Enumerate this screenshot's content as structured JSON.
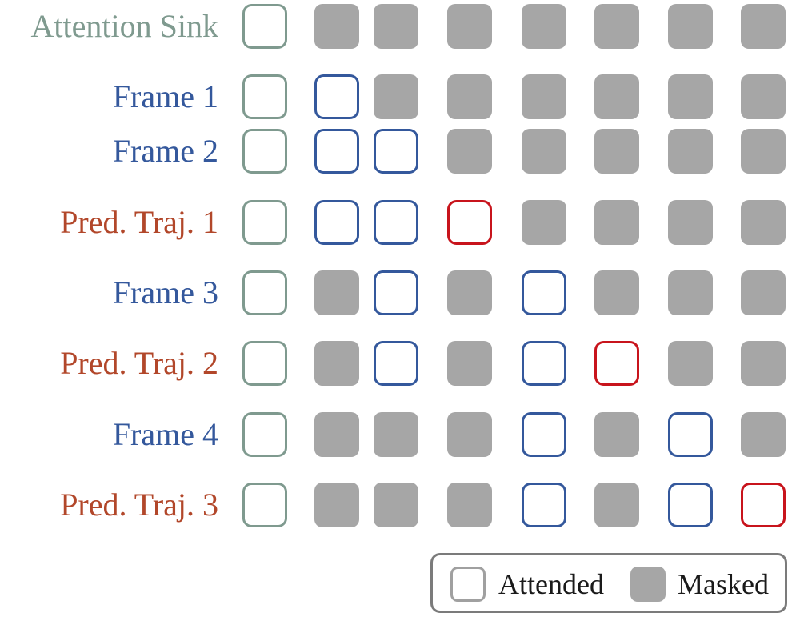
{
  "rows": [
    {
      "label": "Attention Sink",
      "kind": "sink",
      "cells": [
        "sink",
        "masked",
        "masked",
        "masked",
        "masked",
        "masked",
        "masked",
        "masked"
      ]
    },
    {
      "label": "Frame 1",
      "kind": "frame",
      "cells": [
        "sink",
        "frame",
        "masked",
        "masked",
        "masked",
        "masked",
        "masked",
        "masked"
      ]
    },
    {
      "label": "Frame 2",
      "kind": "frame",
      "cells": [
        "sink",
        "frame",
        "frame",
        "masked",
        "masked",
        "masked",
        "masked",
        "masked"
      ]
    },
    {
      "label": "Pred. Traj. 1",
      "kind": "traj",
      "cells": [
        "sink",
        "frame",
        "frame",
        "traj",
        "masked",
        "masked",
        "masked",
        "masked"
      ]
    },
    {
      "label": "Frame 3",
      "kind": "frame",
      "cells": [
        "sink",
        "masked",
        "frame",
        "masked",
        "frame",
        "masked",
        "masked",
        "masked"
      ]
    },
    {
      "label": "Pred. Traj. 2",
      "kind": "traj",
      "cells": [
        "sink",
        "masked",
        "frame",
        "masked",
        "frame",
        "traj",
        "masked",
        "masked"
      ]
    },
    {
      "label": "Frame 4",
      "kind": "frame",
      "cells": [
        "sink",
        "masked",
        "masked",
        "masked",
        "frame",
        "masked",
        "frame",
        "masked"
      ]
    },
    {
      "label": "Pred. Traj. 3",
      "kind": "traj",
      "cells": [
        "sink",
        "masked",
        "masked",
        "masked",
        "frame",
        "masked",
        "frame",
        "traj"
      ]
    }
  ],
  "colors": {
    "sink": "#7f9a8f",
    "frame": "#34589c",
    "traj": "#c8141c",
    "traj_label": "#b2472a",
    "masked": "#a6a6a6",
    "legend_attended_border": "#a0a0a0",
    "legend_border": "#7b7b7b"
  },
  "legend": {
    "attended": "Attended",
    "masked": "Masked"
  }
}
